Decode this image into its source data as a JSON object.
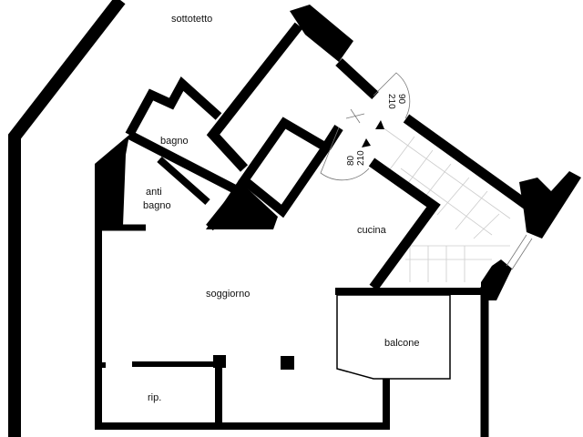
{
  "title": "Floor plan",
  "colors": {
    "wall": "#000000",
    "background": "#ffffff",
    "stairs": "#cccccc"
  },
  "rooms": {
    "sottotetto": "sottotetto",
    "bagno": "bagno",
    "anti_bagno_1": "anti",
    "anti_bagno_2": "bagno",
    "cucina": "cucina",
    "soggiorno": "soggiorno",
    "balcone": "balcone",
    "ripostiglio": "rip."
  },
  "doors": [
    {
      "width": "90",
      "height": "210"
    },
    {
      "width": "80",
      "height": "210"
    }
  ]
}
